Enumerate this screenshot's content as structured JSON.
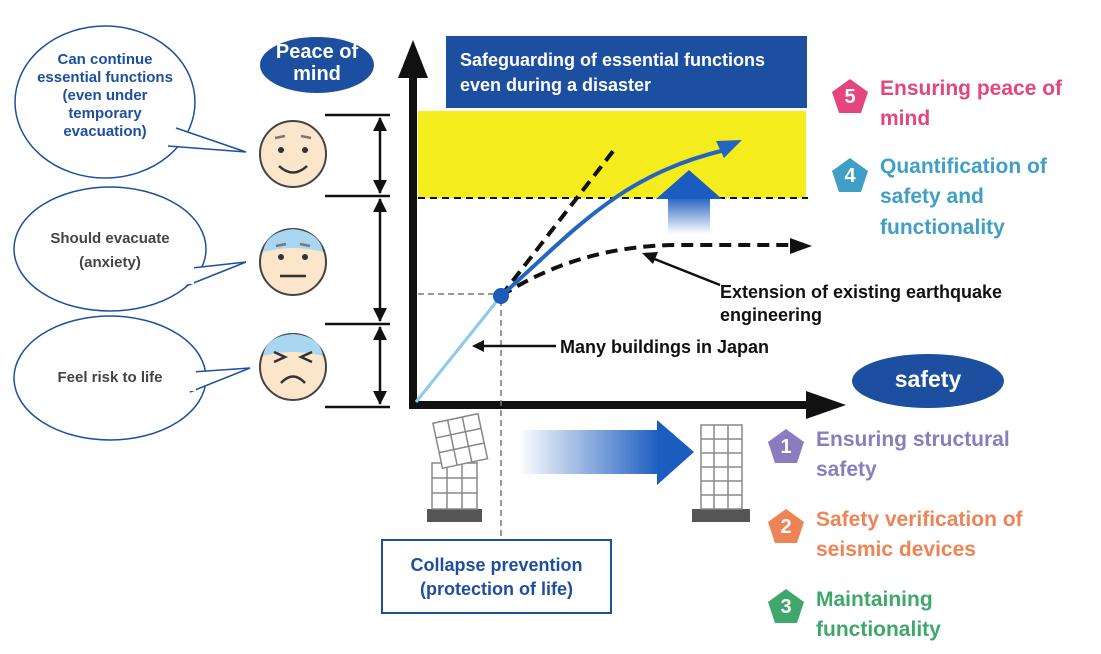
{
  "bubbles": [
    {
      "text": "Can continue essential functions (even under temporary evacuation)"
    },
    {
      "text": "Should evacuate (anxiety)"
    },
    {
      "text": "Feel risk to life"
    }
  ],
  "axis": {
    "y_label": "Peace of mind",
    "x_label": "safety"
  },
  "top_box": "Safeguarding of essential functions even during a disaster",
  "annotations": {
    "extension": "Extension of existing earthquake engineering",
    "many_buildings": "Many buildings in Japan",
    "collapse": "Collapse prevention (protection of life)"
  },
  "items": [
    {
      "number": "5",
      "label": "Ensuring peace of mind",
      "color": "#e4457e"
    },
    {
      "number": "4",
      "label": "Quantification of safety and functionality",
      "color": "#3f9fc6"
    },
    {
      "number": "1",
      "label": "Ensuring structural safety",
      "color": "#8a7dbf"
    },
    {
      "number": "2",
      "label": "Safety verification of seismic devices",
      "color": "#ee8456"
    },
    {
      "number": "3",
      "label": "Maintaining functionality",
      "color": "#3fa76b"
    }
  ],
  "colors": {
    "navy": "#1d4fa0",
    "curve": "#2366c1",
    "zone": "#f5ec1e",
    "face": "#fbe6cc",
    "face_calm_brow": "#777777",
    "face_worry_brow": "#9ad0ee"
  }
}
